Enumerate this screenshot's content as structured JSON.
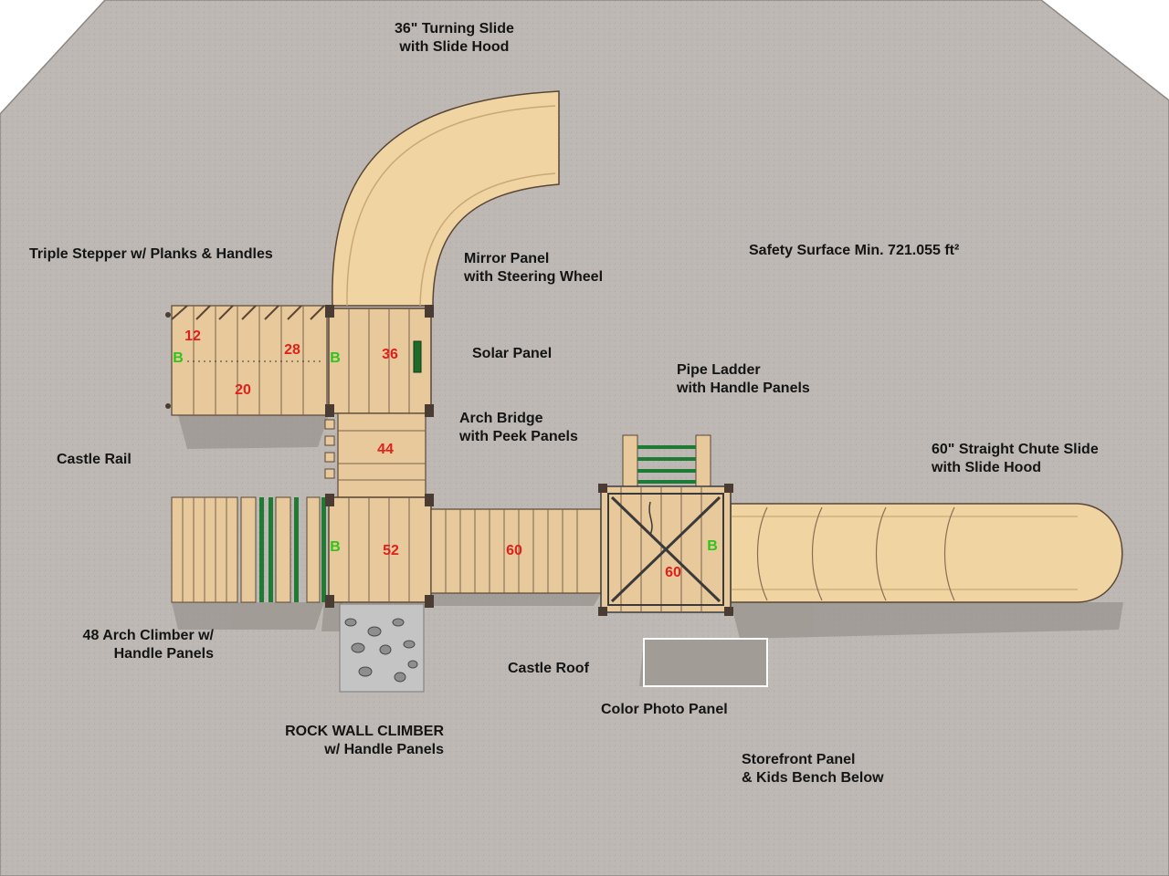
{
  "labels": {
    "turning_slide": [
      "36\" Turning Slide",
      "with Slide Hood"
    ],
    "triple_stepper": "Triple Stepper w/ Planks & Handles",
    "mirror_panel": [
      "Mirror Panel",
      "with Steering Wheel"
    ],
    "safety_surface": "Safety Surface Min. 721.055 ft²",
    "solar_panel": "Solar Panel",
    "pipe_ladder": [
      "Pipe Ladder",
      "with Handle Panels"
    ],
    "arch_bridge": [
      "Arch Bridge",
      "with Peek Panels"
    ],
    "castle_rail": "Castle Rail",
    "straight_slide": [
      "60\" Straight Chute Slide",
      "with Slide Hood"
    ],
    "arch_climber": [
      "48 Arch Climber w/",
      "Handle Panels"
    ],
    "castle_roof": "Castle Roof",
    "color_photo_panel": "Color Photo Panel",
    "rock_wall": [
      "ROCK WALL CLIMBER",
      "w/ Handle Panels"
    ],
    "storefront_panel": [
      "Storefront Panel",
      "& Kids Bench Below"
    ]
  },
  "deck_heights": {
    "stepper_low": "12",
    "stepper_mid": "20",
    "stepper_high": "28",
    "main_deck": "36",
    "bridge_deck": "44",
    "lower_deck": "52",
    "walkway": "60",
    "tower": "60"
  },
  "bench_marker": "B",
  "colors": {
    "ground": "#bdb8b3",
    "wood": "#e8c99c",
    "slide": "#f0d4a2",
    "post": "#4a3c33",
    "height_label": "#e0201a",
    "bench_marker": "#2fc41a",
    "rungs": "#1f7a33",
    "rock_wall": "#c4c4c4",
    "label_text": "#141414"
  }
}
